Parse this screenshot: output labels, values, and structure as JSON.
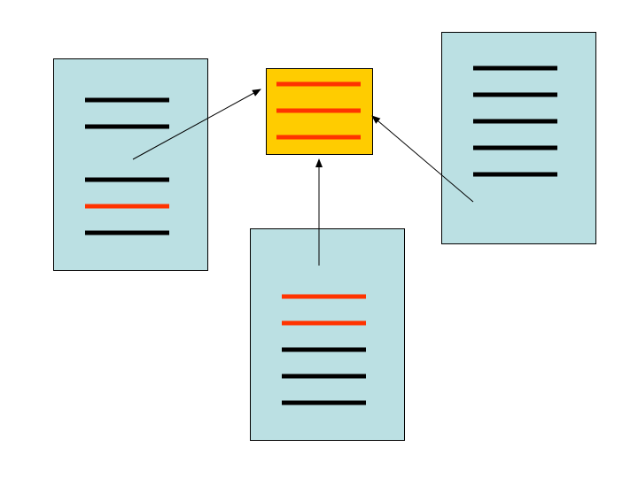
{
  "colors": {
    "document_fill": "#BBE0E3",
    "summary_fill": "#FFCC00",
    "line_black": "#000000",
    "line_red": "#FF3300"
  },
  "documents": [
    {
      "name": "document-left",
      "lines": [
        "black",
        "black",
        "black",
        "red",
        "black"
      ]
    },
    {
      "name": "document-right",
      "lines": [
        "black",
        "black",
        "black",
        "black",
        "black"
      ]
    },
    {
      "name": "document-bottom",
      "lines": [
        "red",
        "red",
        "black",
        "black",
        "black"
      ]
    }
  ],
  "summary": {
    "name": "summary-box",
    "lines": [
      "red",
      "red",
      "red"
    ]
  }
}
